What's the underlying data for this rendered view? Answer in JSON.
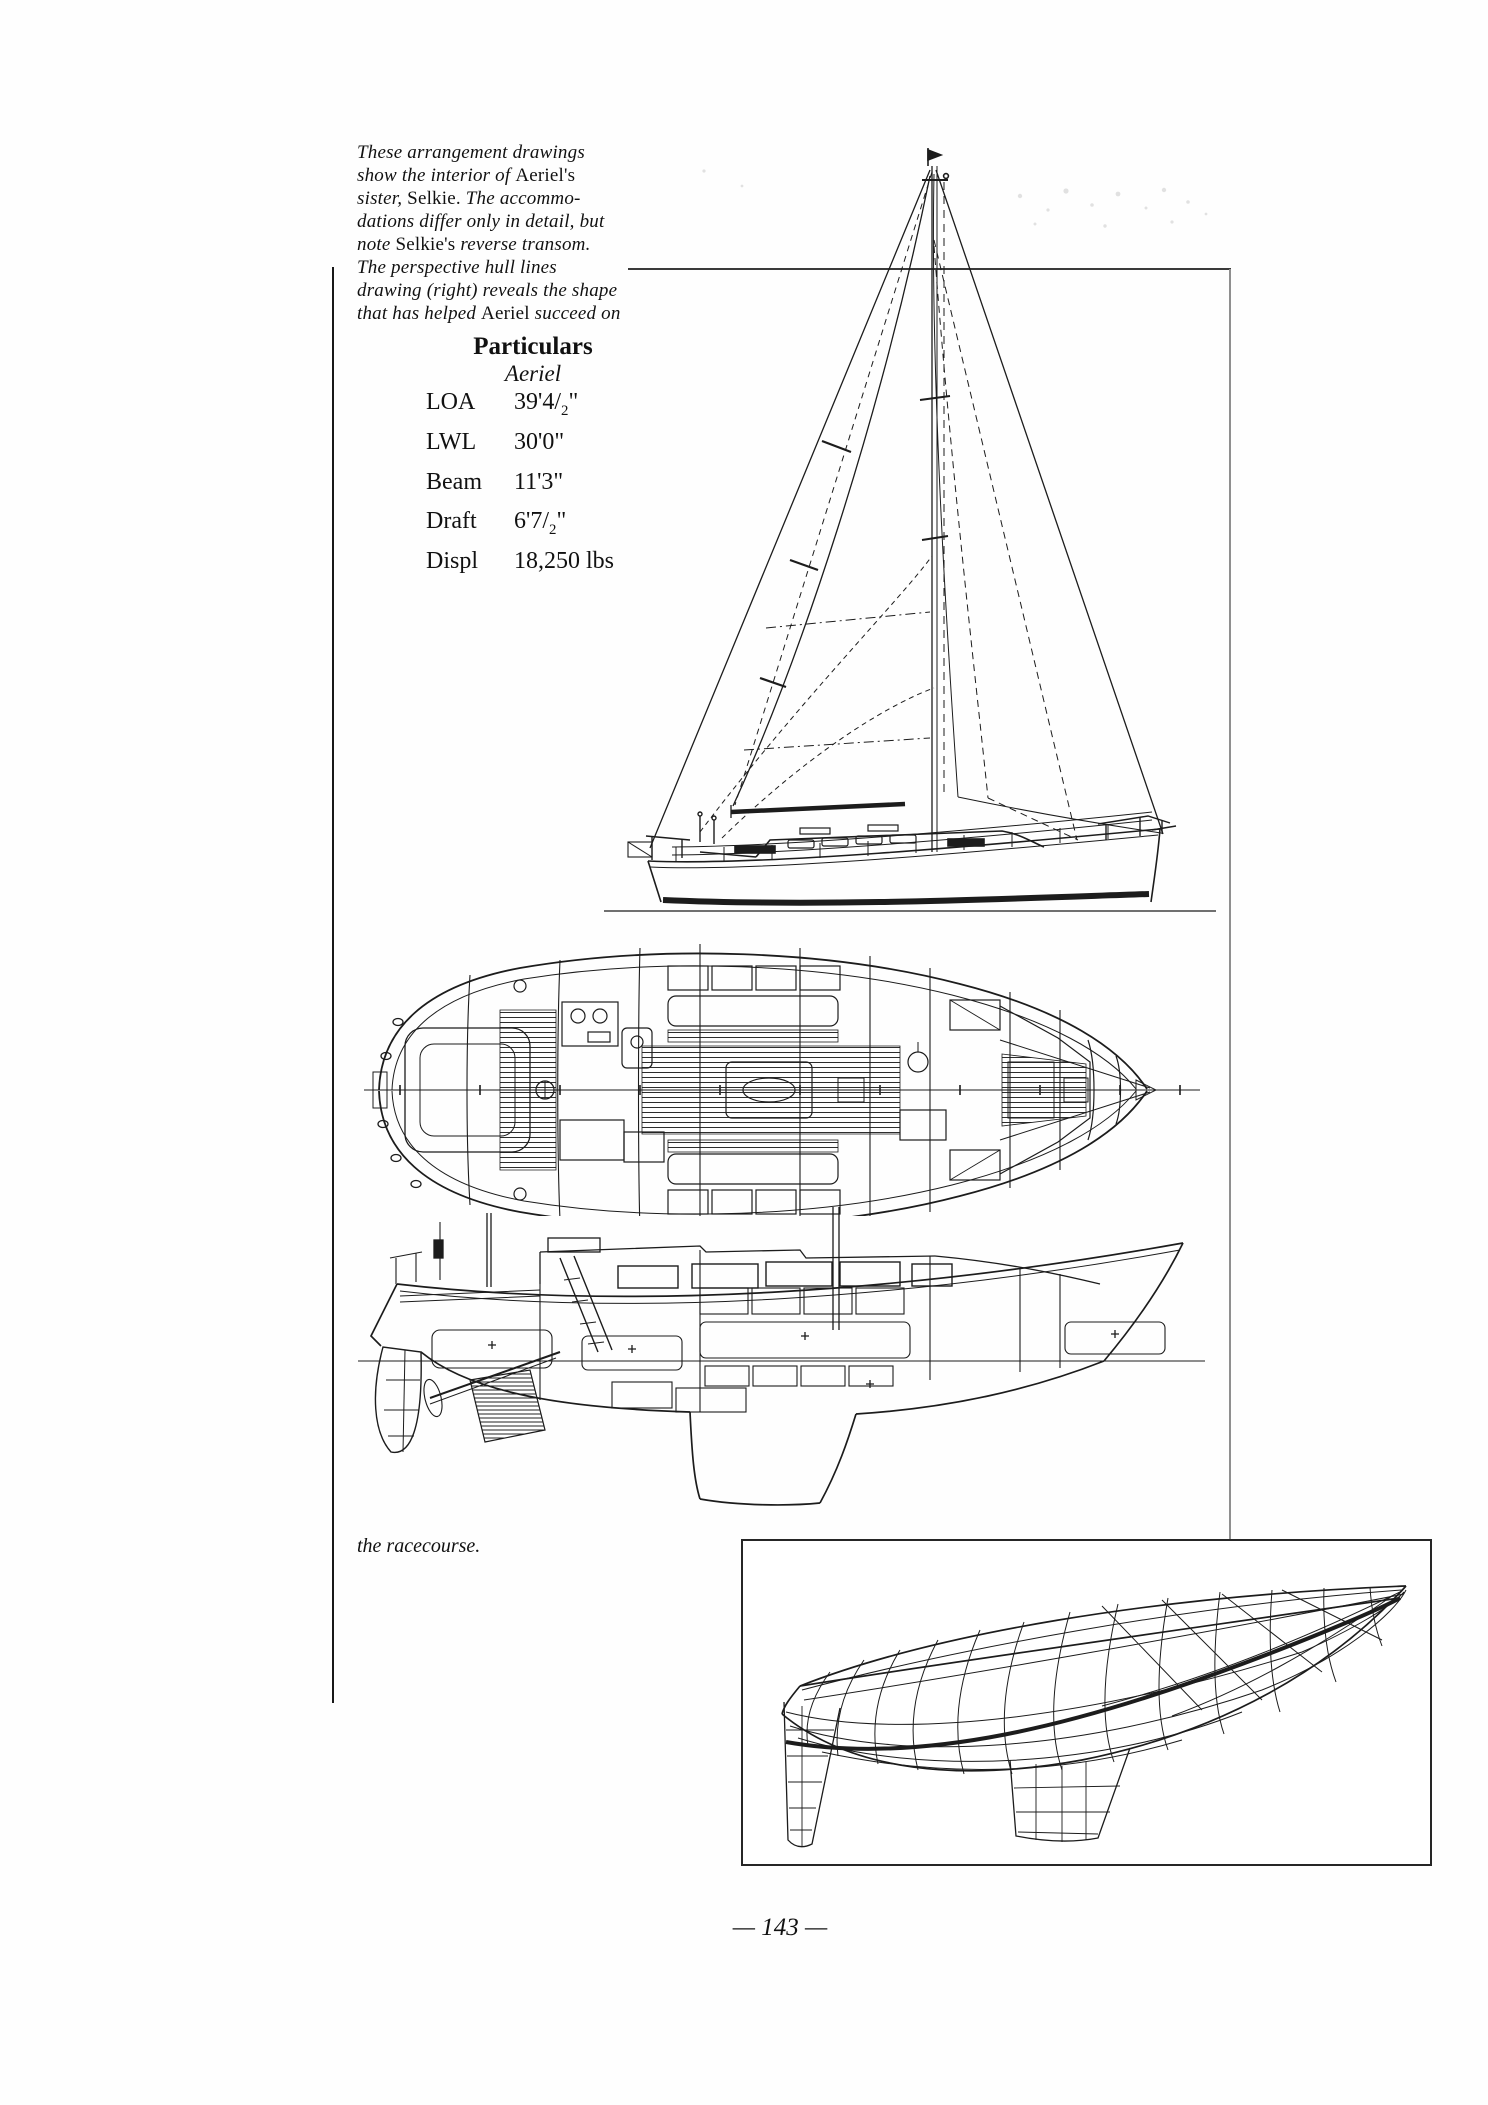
{
  "colors": {
    "ink": "#1c1c1c",
    "rule_gray": "#8f8f8f",
    "page": "#fefefe"
  },
  "caption": {
    "lines": [
      {
        "segs": [
          {
            "text": "These arrangement drawings",
            "roman": false
          }
        ]
      },
      {
        "segs": [
          {
            "text": "show the interior of ",
            "roman": false
          },
          {
            "text": "Aeriel's",
            "roman": true
          }
        ]
      },
      {
        "segs": [
          {
            "text": "sister, ",
            "roman": false
          },
          {
            "text": "Selkie. ",
            "roman": true
          },
          {
            "text": "The accommo-",
            "roman": false
          }
        ]
      },
      {
        "segs": [
          {
            "text": "dations differ only in detail, but",
            "roman": false
          }
        ]
      },
      {
        "segs": [
          {
            "text": "note ",
            "roman": false
          },
          {
            "text": "Selkie's ",
            "roman": true
          },
          {
            "text": "reverse transom.",
            "roman": false
          }
        ]
      },
      {
        "segs": [
          {
            "text": "The perspective hull lines",
            "roman": false
          }
        ]
      },
      {
        "segs": [
          {
            "text": "drawing (right) reveals the shape",
            "roman": false
          }
        ]
      },
      {
        "segs": [
          {
            "text": "that has helped ",
            "roman": false
          },
          {
            "text": "Aeriel ",
            "roman": true
          },
          {
            "text": "succeed on",
            "roman": false
          }
        ]
      }
    ]
  },
  "particulars": {
    "title": "Particulars",
    "subtitle": "Aeriel",
    "rows": [
      {
        "label": "LOA",
        "pre": "39'4/",
        "sub": "2",
        "post": "\""
      },
      {
        "label": "LWL",
        "pre": "30'0\"",
        "sub": "",
        "post": ""
      },
      {
        "label": "Beam",
        "pre": "11'3\"",
        "sub": "",
        "post": ""
      },
      {
        "label": "Draft",
        "pre": "6'7/",
        "sub": "2",
        "post": "\""
      },
      {
        "label": "Displ",
        "pre": "18,250 lbs",
        "sub": "",
        "post": ""
      }
    ]
  },
  "footer_caption": "the racecourse.",
  "page_number": "— 143 —"
}
